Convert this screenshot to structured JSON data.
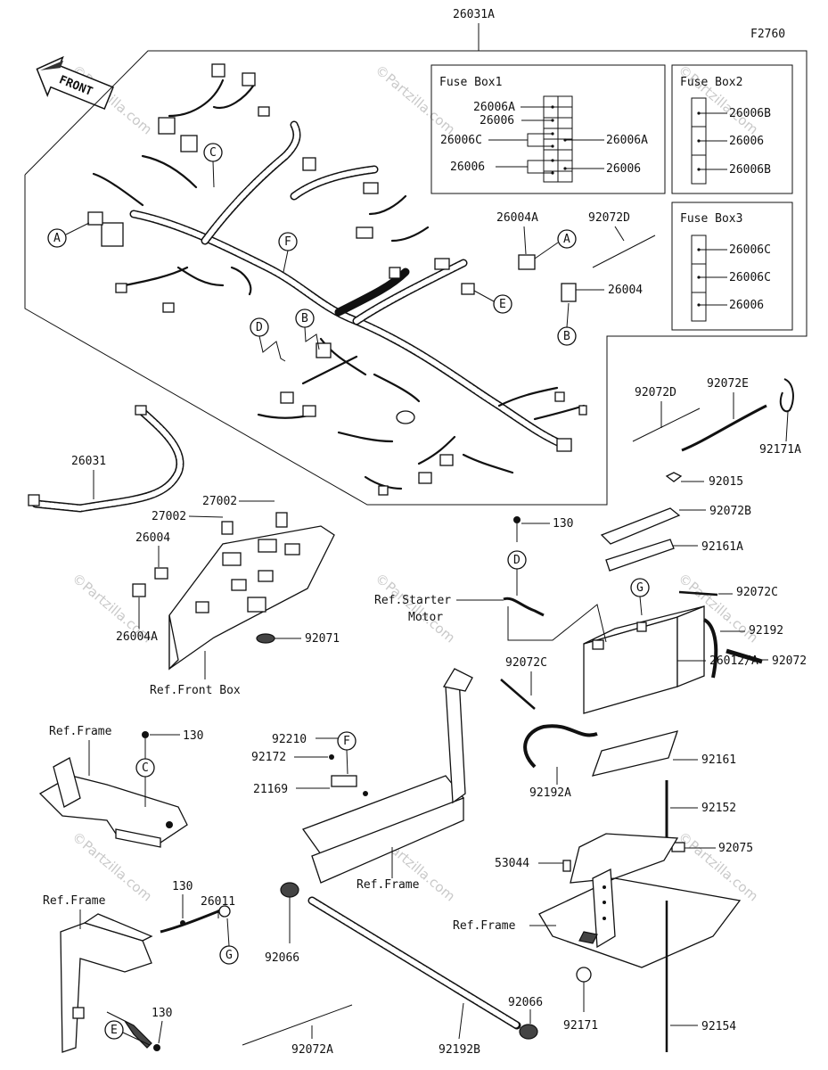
{
  "figure_code": "F2760",
  "front_label": "FRONT",
  "watermark": "©Partzilla.com",
  "fuse_boxes": [
    {
      "title": "Fuse Box1",
      "left_labels": [
        "26006A",
        "26006",
        "26006C",
        "26006"
      ],
      "right_labels": [
        "26006A",
        "26006"
      ]
    },
    {
      "title": "Fuse Box2",
      "labels": [
        "26006B",
        "26006",
        "26006B"
      ]
    },
    {
      "title": "Fuse Box3",
      "labels": [
        "26006C",
        "26006C",
        "26006"
      ]
    }
  ],
  "callouts": [
    "A",
    "B",
    "C",
    "D",
    "E",
    "F",
    "G"
  ],
  "labels": {
    "harness_main": "26031A",
    "harness_sub": "26031",
    "conn_a": "26004A",
    "tie_d_top": "92072D",
    "conn_b": "26004",
    "tie_d": "92072D",
    "tie_e": "92072E",
    "clamp_171a": "92171A",
    "nut_015": "92015",
    "strap_072b": "92072B",
    "pad_161a": "92161A",
    "bolt_130_d": "130",
    "ref_starter": "Ref.Starter",
    "ref_starter2": "Motor",
    "tie_072c_r": "92072C",
    "hose_192": "92192",
    "tie_072": "92072",
    "tie_072c_l": "92072C",
    "battery": "26012/A",
    "pad_161": "92161",
    "hose_192a": "92192A",
    "rod_152": "92152",
    "nut_075": "92075",
    "clip_53044": "53044",
    "ref_frame_tray": "Ref.Frame",
    "clamp_171": "92171",
    "rod_154": "92154",
    "relay_27002_a": "27002",
    "relay_27002_b": "27002",
    "conn_26004_fb": "26004",
    "conn_26004a_fb": "26004A",
    "grommet_071": "92071",
    "ref_front_box": "Ref.Front Box",
    "ref_frame_c": "Ref.Frame",
    "bolt_130_c": "130",
    "nut_210": "92210",
    "screw_172": "92172",
    "holder_169": "21169",
    "ref_frame_center": "Ref.Frame",
    "ref_frame_e": "Ref.Frame",
    "bolt_130_g": "130",
    "ground_26011": "26011",
    "bolt_130_e": "130",
    "cap_066_a": "92066",
    "cap_066_b": "92066",
    "tie_072a": "92072A",
    "tube_192b": "92192B"
  }
}
